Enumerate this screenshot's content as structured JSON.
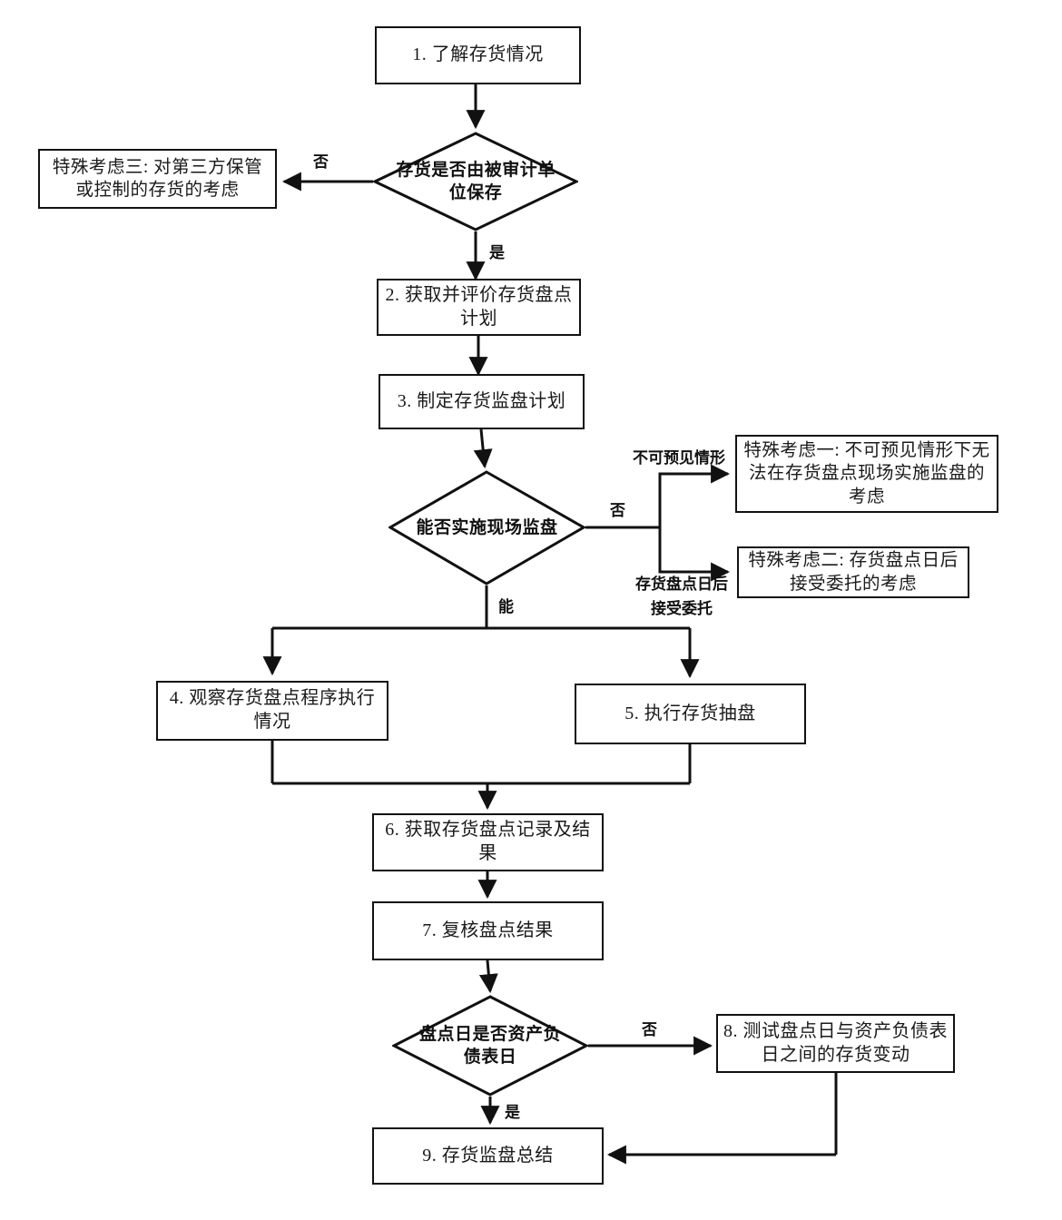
{
  "diagram": {
    "title": "存货监盘流程图",
    "language": "zh-CN",
    "background_color": "#ffffff",
    "line_color": "#111111",
    "text_color": "#1a1a1a"
  },
  "nodes": {
    "step1": {
      "label": "1. 了解存货情况",
      "type": "process"
    },
    "decision1": {
      "label": "存货是否由被审计单位保存",
      "type": "decision"
    },
    "special3": {
      "label": "特殊考虑三: 对第三方保管或控制的存货的考虑",
      "type": "note"
    },
    "step2": {
      "label": "2. 获取并评价存货盘点计划",
      "type": "process"
    },
    "step3": {
      "label": "3. 制定存货监盘计划",
      "type": "process"
    },
    "decision2": {
      "label": "能否实施现场监盘",
      "type": "decision"
    },
    "special1": {
      "label": "特殊考虑一: 不可预见情形下无法在存货盘点现场实施监盘的考虑",
      "type": "note"
    },
    "special2": {
      "label": "特殊考虑二: 存货盘点日后接受委托的考虑",
      "type": "note"
    },
    "step4": {
      "label": "4. 观察存货盘点程序执行情况",
      "type": "process"
    },
    "step5": {
      "label": "5. 执行存货抽盘",
      "type": "process"
    },
    "step6": {
      "label": "6. 获取存货盘点记录及结果",
      "type": "process"
    },
    "step7": {
      "label": "7. 复核盘点结果",
      "type": "process"
    },
    "decision3": {
      "label": "盘点日是否资产负债表日",
      "type": "decision"
    },
    "step8": {
      "label": "8. 测试盘点日与资产负债表日之间的存货变动",
      "type": "process"
    },
    "step9": {
      "label": "9. 存货监盘总结",
      "type": "process"
    }
  },
  "edge_labels": {
    "d1_no": "否",
    "d1_yes": "是",
    "d2_no": "否",
    "d2_yes": "能",
    "d2_branch_unforeseen": "不可预见情形",
    "d2_branch_after_count_line1": "存货盘点日后",
    "d2_branch_after_count_line2": "接受委托",
    "d3_no": "否",
    "d3_yes": "是"
  }
}
